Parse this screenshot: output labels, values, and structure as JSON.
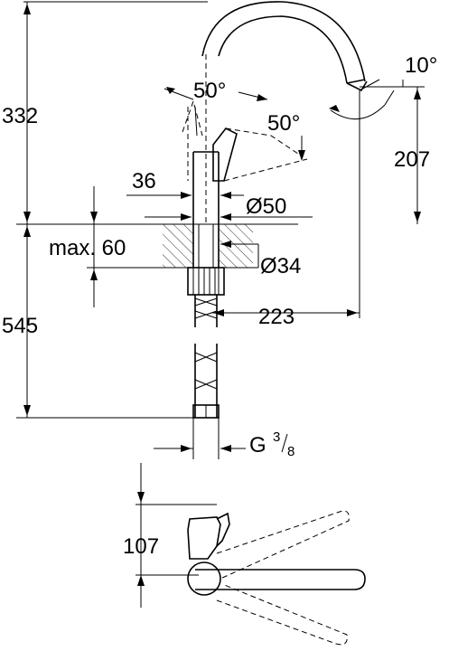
{
  "dimensions": {
    "total_height_above_deck": "332",
    "angle_lever_front": "50°",
    "angle_lever_side": "50°",
    "angle_spout": "10°",
    "spout_outlet_height": "207",
    "lever_offset": "36",
    "body_diameter": "Ø50",
    "max_deck_thickness": "max. 60",
    "hole_diameter": "Ø34",
    "spout_reach": "223",
    "hose_length": "545",
    "connection_thread": "G",
    "connection_fraction_num": "3",
    "connection_fraction_den": "8",
    "top_view_depth": "107"
  }
}
